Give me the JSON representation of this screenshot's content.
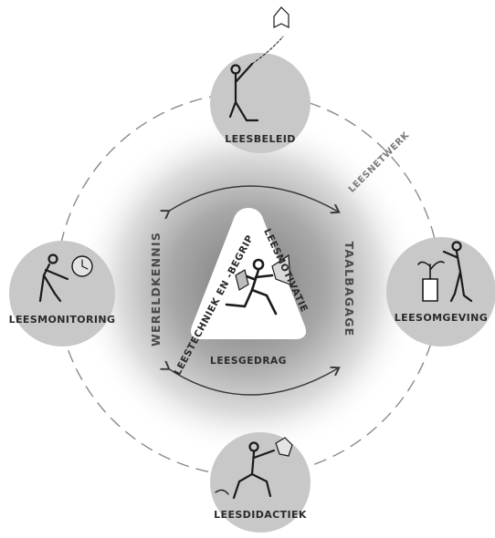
{
  "nodes": {
    "top": "LEESBELEID",
    "left": "LEESMONITORING",
    "right": "LEESOMGEVING",
    "bottom": "LEESDIDACTIEK"
  },
  "ring_labels": {
    "left": "WERELDKENNIS",
    "right": "TAALBAGAGE",
    "network": "LEESNETWERK"
  },
  "triangle_labels": {
    "left": "LEESTECHNIEK EN -BEGRIP",
    "right": "LEESMOTIVATIE",
    "bottom": "LEESGEDRAG"
  },
  "colors": {
    "node_fill": "#c8c8c8",
    "glow_center": "#8c8c8c",
    "triangle": "#ffffff",
    "text": "#2a2a2a"
  }
}
